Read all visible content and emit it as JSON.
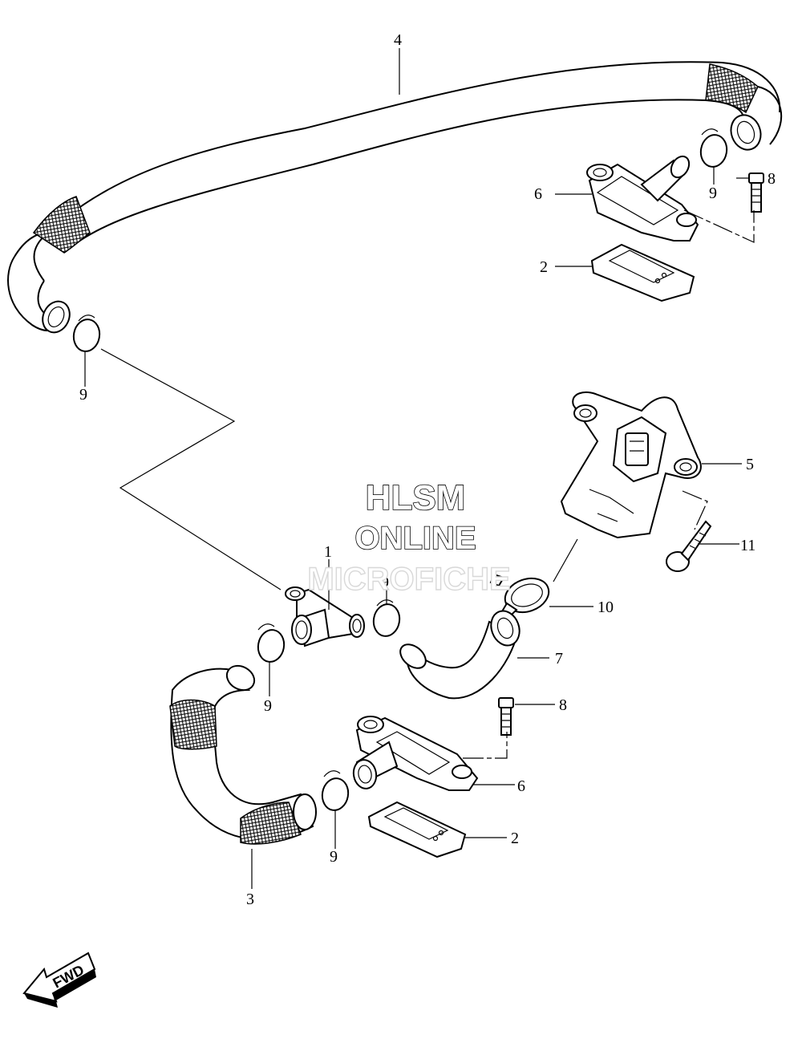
{
  "callouts": {
    "c1": "1",
    "c2a": "2",
    "c2b": "2",
    "c3": "3",
    "c4": "4",
    "c5": "5",
    "c6a": "6",
    "c6b": "6",
    "c7": "7",
    "c8a": "8",
    "c8b": "8",
    "c9a": "9",
    "c9b": "9",
    "c9c": "9",
    "c9d": "9",
    "c9e": "9",
    "c10": "10",
    "c11": "11"
  },
  "watermark": {
    "line1": "HLSM",
    "line2": "ONLINE",
    "line3": "MICROFICHE"
  },
  "fwd_label": "FWD"
}
